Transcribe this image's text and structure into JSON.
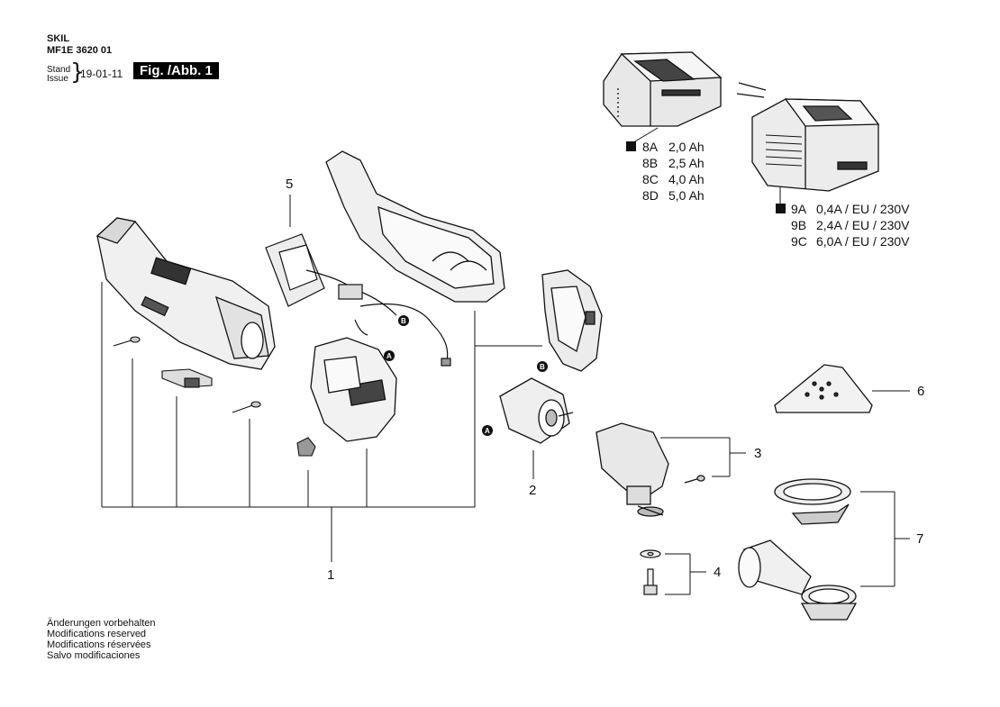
{
  "header": {
    "brand": "SKIL",
    "model": "MF1E 3620 01",
    "stand_label": "Stand",
    "issue_label": "Issue",
    "date": "19-01-11",
    "figure": "Fig. /Abb. 1"
  },
  "footer_notes": [
    "Änderungen vorbehalten",
    "Modifications reserved",
    "Modifications réservées",
    "Salvo modificaciones"
  ],
  "callouts": {
    "c1": "1",
    "c2": "2",
    "c3": "3",
    "c4": "4",
    "c5": "5",
    "c6": "6",
    "c7": "7",
    "a1": "A",
    "a2": "A",
    "b1": "B",
    "b2": "B"
  },
  "battery_variants": [
    {
      "code": "8A",
      "value": "2,0 Ah",
      "default": true
    },
    {
      "code": "8B",
      "value": "2,5 Ah",
      "default": false
    },
    {
      "code": "8C",
      "value": "4,0 Ah",
      "default": false
    },
    {
      "code": "8D",
      "value": "5,0 Ah",
      "default": false
    }
  ],
  "charger_variants": [
    {
      "code": "9A",
      "value": "0,4A / EU / 230V",
      "default": true
    },
    {
      "code": "9B",
      "value": "2,4A / EU / 230V",
      "default": false
    },
    {
      "code": "9C",
      "value": "6,0A / EU / 230V",
      "default": false
    }
  ],
  "colors": {
    "ink": "#111111",
    "paper": "#ffffff"
  }
}
